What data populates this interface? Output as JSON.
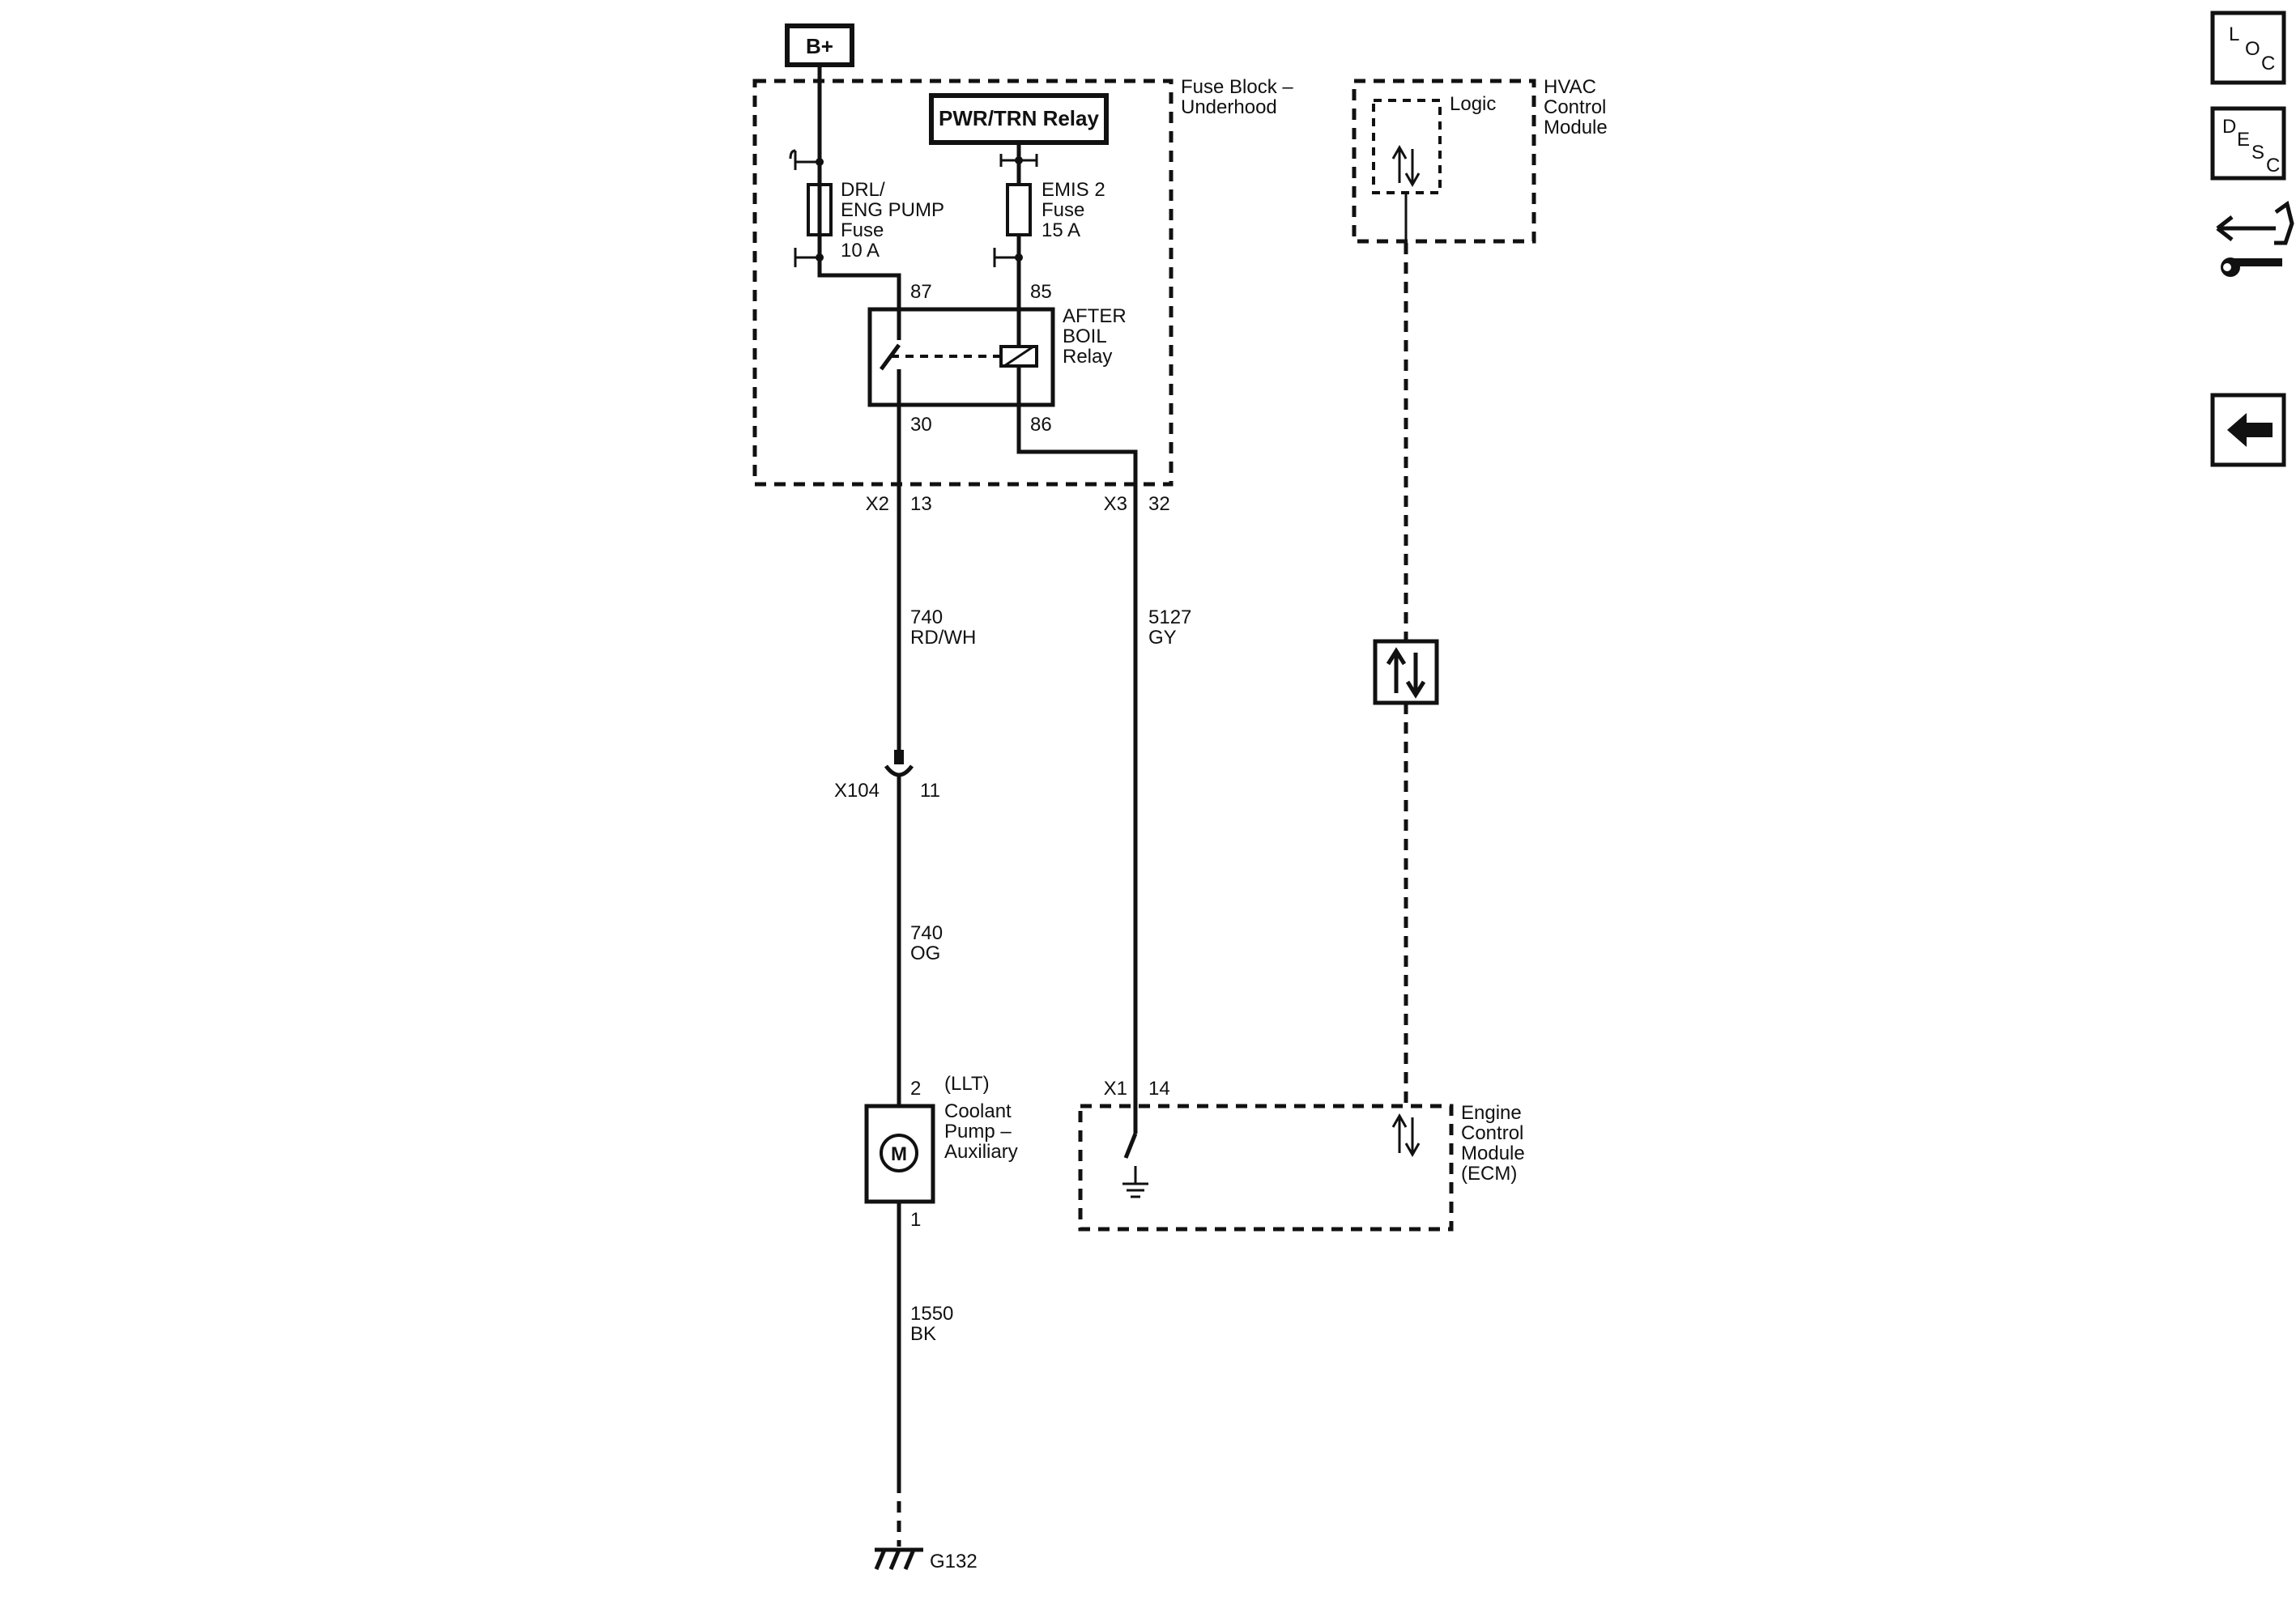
{
  "power_source": {
    "label": "B+"
  },
  "fuse_block": {
    "name_line1": "Fuse Block –",
    "name_line2": "Underhood",
    "pwr_relay_label": "PWR/TRN Relay",
    "fuse_drl": {
      "line1": "DRL/",
      "line2": "ENG PUMP",
      "line3": "Fuse",
      "line4": "10 A"
    },
    "fuse_emis": {
      "line1": "EMIS 2",
      "line2": "Fuse",
      "line3": "15 A"
    },
    "relay": {
      "name_line1": "AFTER",
      "name_line2": "BOIL",
      "name_line3": "Relay",
      "pin_87": "87",
      "pin_85": "85",
      "pin_30": "30",
      "pin_86": "86"
    },
    "connector_x2": {
      "name": "X2",
      "pin": "13"
    },
    "connector_x3": {
      "name": "X3",
      "pin": "32"
    }
  },
  "wires": {
    "w740_rdwh": {
      "circuit": "740",
      "color": "RD/WH"
    },
    "w5127_gy": {
      "circuit": "5127",
      "color": "GY"
    },
    "w740_og": {
      "circuit": "740",
      "color": "OG"
    },
    "w1550_bk": {
      "circuit": "1550",
      "color": "BK"
    }
  },
  "inline_connector": {
    "name": "X104",
    "pin": "11"
  },
  "coolant_pump": {
    "pin_top": "2",
    "variant": "(LLT)",
    "name_line1": "Coolant",
    "name_line2": "Pump –",
    "name_line3": "Auxiliary",
    "motor_symbol": "M",
    "pin_bottom": "1"
  },
  "ground": {
    "name": "G132"
  },
  "hvac_module": {
    "logic_label": "Logic",
    "name_line1": "HVAC",
    "name_line2": "Control",
    "name_line3": "Module"
  },
  "ecm": {
    "connector": "X1",
    "pin": "14",
    "name_line1": "Engine",
    "name_line2": "Control",
    "name_line3": "Module",
    "name_line4": "(ECM)"
  },
  "nav": {
    "loc": {
      "l": "L",
      "o": "O",
      "c": "C"
    },
    "desc": {
      "d": "D",
      "e": "E",
      "s": "S",
      "c": "C"
    },
    "connector_icon": "connector-tool-icon",
    "back_icon": "back-arrow-icon"
  }
}
